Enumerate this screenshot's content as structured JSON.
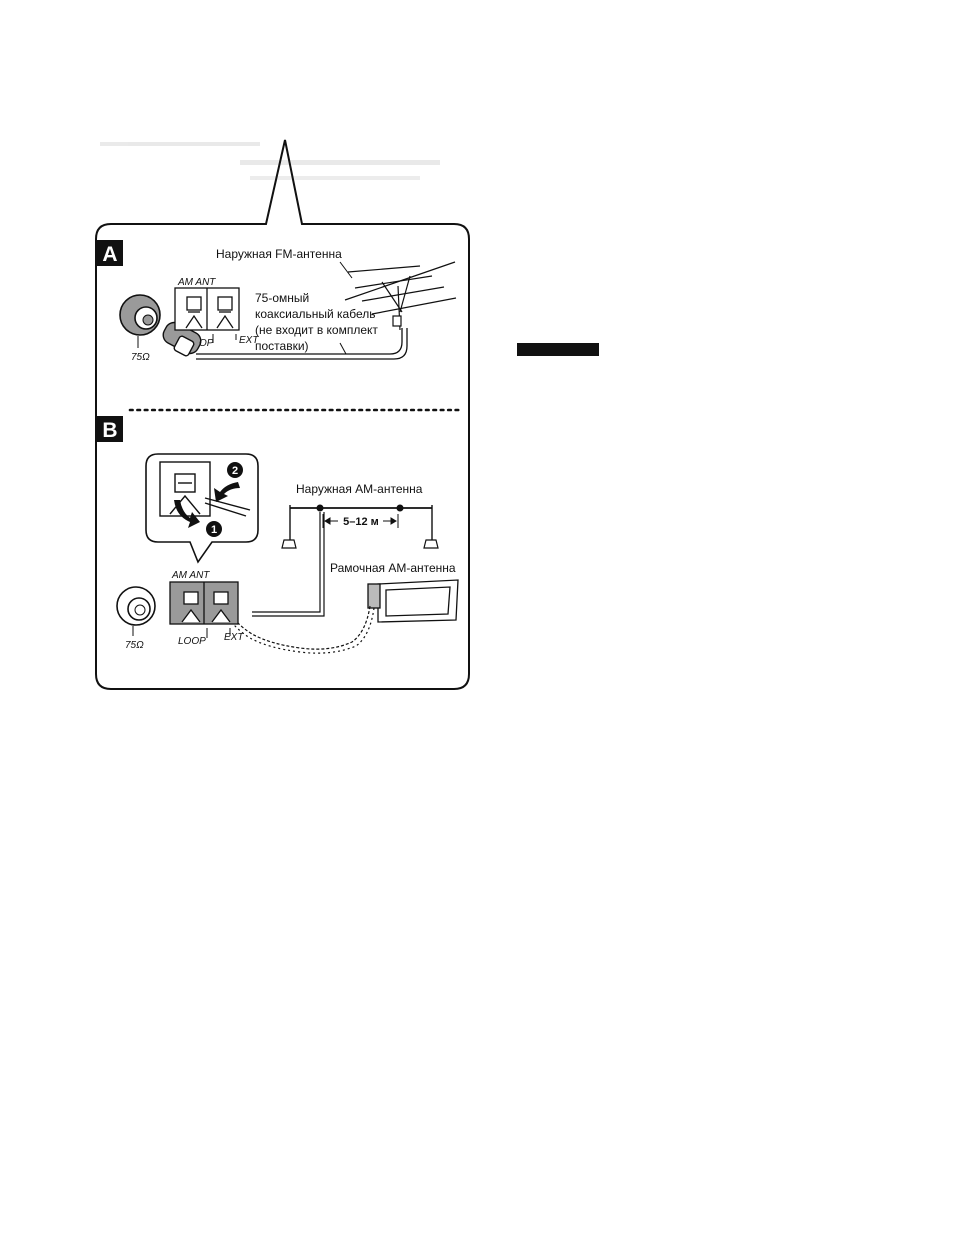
{
  "panel_a": {
    "badge": "A",
    "outdoor_fm_antenna": "Наружная FM-антенна",
    "am_ant_label": "AM ANT",
    "cable_line1": "75-омный",
    "cable_line2": "коаксиальный кабель",
    "cable_line3": "(не входит в комплект",
    "cable_line4": "поставки)",
    "ohm_label": "75Ω",
    "loop_partial": "OP",
    "ext_label": "EXT"
  },
  "panel_b": {
    "badge": "B",
    "step_1": "1",
    "step_2": "2",
    "outdoor_am_antenna": "Наружная AM-антенна",
    "distance": "5–12 м",
    "loop_am_antenna": "Рамочная AM-антенна",
    "am_ant_label": "AM ANT",
    "ohm_label": "75Ω",
    "loop_label": "LOOP",
    "ext_label": "EXT"
  },
  "colors": {
    "ink": "#111111",
    "badge_bg": "#111111",
    "terminal_shade": "#9a9a9a"
  }
}
